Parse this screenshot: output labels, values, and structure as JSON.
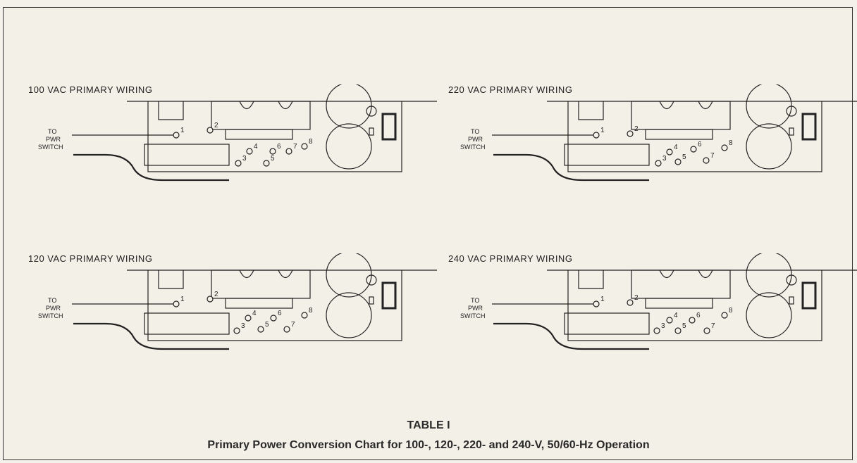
{
  "panels": [
    {
      "title": "100 VAC PRIMARY WIRING",
      "pos": "top-left"
    },
    {
      "title": "220 VAC PRIMARY WIRING",
      "pos": "top-right"
    },
    {
      "title": "120 VAC PRIMARY WIRING",
      "pos": "bottom-left"
    },
    {
      "title": "240 VAC PRIMARY WIRING",
      "pos": "bottom-right"
    }
  ],
  "switch_label": {
    "line1": "TO",
    "line2": "PWR",
    "line3": "SWITCH"
  },
  "terminals": [
    "1",
    "2",
    "3",
    "4",
    "5",
    "6",
    "7",
    "8"
  ],
  "caption": {
    "table": "TABLE I",
    "text": "Primary Power Conversion Chart for 100-, 120-, 220- and 240-V, 50/60-Hz Operation"
  }
}
